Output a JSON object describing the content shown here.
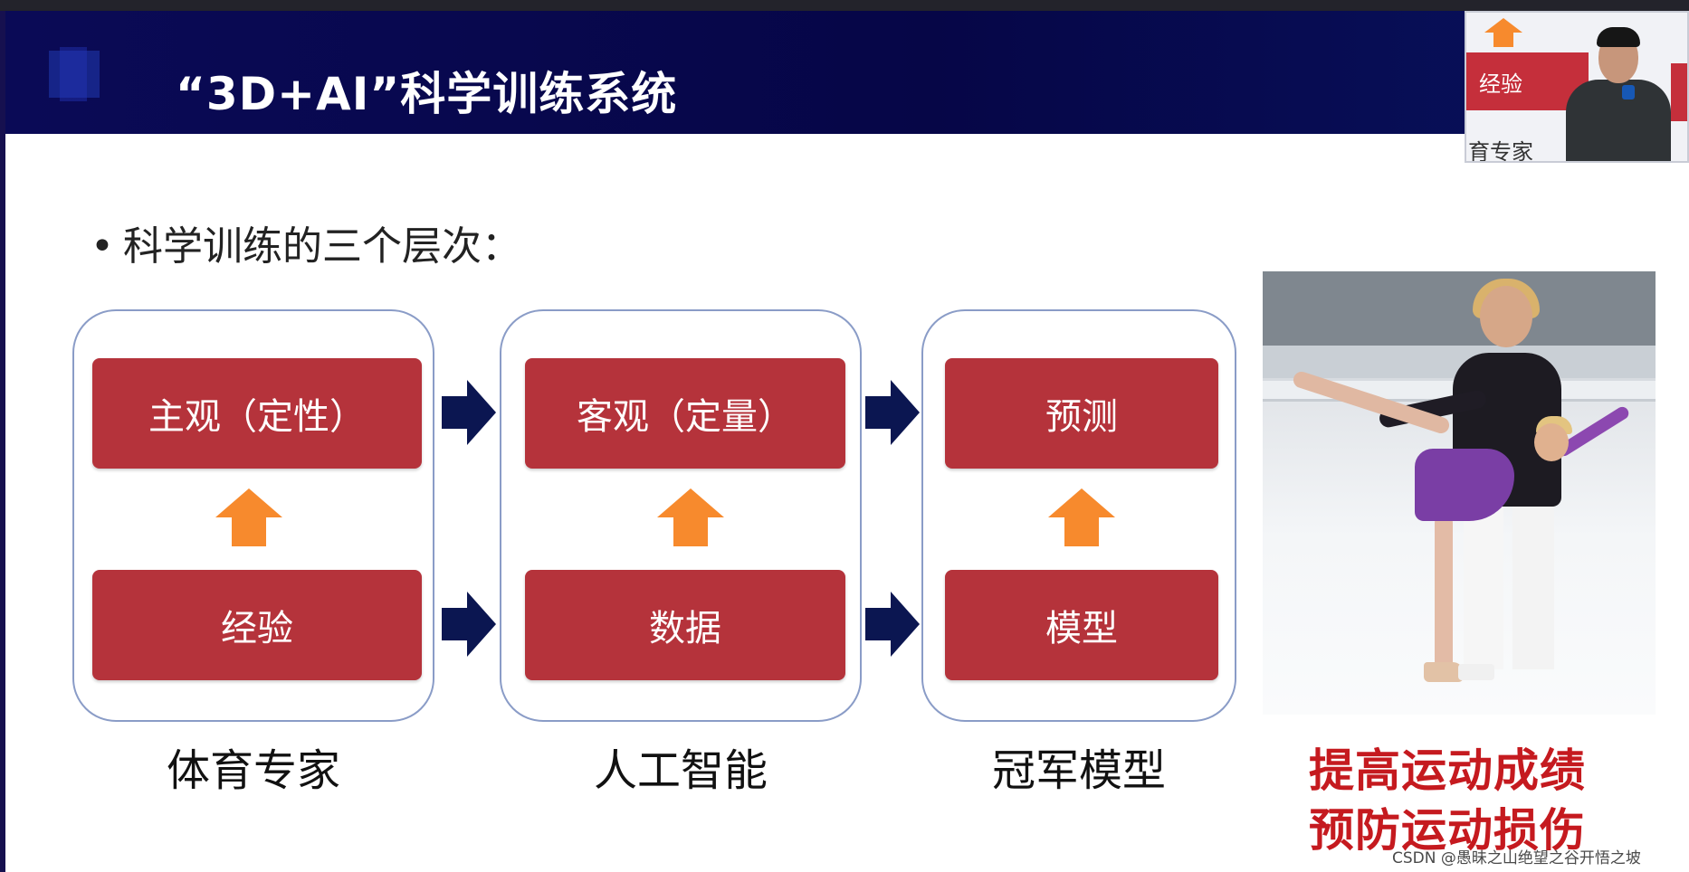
{
  "header": {
    "title": "“3D+AI”科学训练系统"
  },
  "pip": {
    "box_label": "经验",
    "caption": "育专家"
  },
  "bullet": {
    "marker": "•",
    "text": "科学训练的三个层次："
  },
  "groups": [
    {
      "top_label": "主观（定性）",
      "bottom_label": "经验",
      "caption": "体育专家"
    },
    {
      "top_label": "客观（定量）",
      "bottom_label": "数据",
      "caption": "人工智能"
    },
    {
      "top_label": "预测",
      "bottom_label": "模型",
      "caption": "冠军模型"
    }
  ],
  "benefits": [
    "提高运动成绩",
    "预防运动损伤"
  ],
  "watermark": "CSDN @愚昧之山绝望之谷开悟之坡",
  "colors": {
    "header_bg": "#07074c",
    "box_red": "#b5333b",
    "up_arrow_orange": "#f78a2d",
    "nav_arrow_navy": "#0b1651",
    "benefit_red": "#c51a1f"
  }
}
